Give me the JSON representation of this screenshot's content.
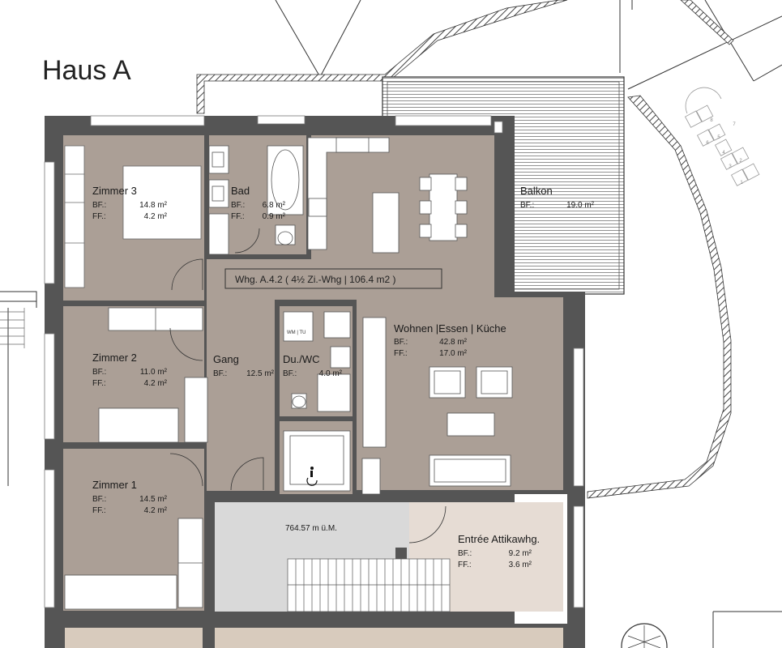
{
  "title": "Haus A",
  "apartment_label": "Whg. A.4.2 ( 4½ Zi.-Whg | 106.4 m2 )",
  "elevation_label": "764.57 m ü.M.",
  "appliance_label": "WM | TU",
  "rooms": {
    "zimmer3": {
      "name": "Zimmer 3",
      "bf_label": "BF.:",
      "bf": "14.8 m²",
      "ff_label": "FF.:",
      "ff": "4.2 m²"
    },
    "bad": {
      "name": "Bad",
      "bf_label": "BF.:",
      "bf": "6.8 m²",
      "ff_label": "FF.:",
      "ff": "0.9 m²"
    },
    "balkon": {
      "name": "Balkon",
      "bf_label": "BF.:",
      "bf": "19.0 m²"
    },
    "zimmer2": {
      "name": "Zimmer 2",
      "bf_label": "BF.:",
      "bf": "11.0 m²",
      "ff_label": "FF.:",
      "ff": "4.2 m²"
    },
    "gang": {
      "name": "Gang",
      "bf_label": "BF.:",
      "bf": "12.5 m²"
    },
    "duwc": {
      "name": "Du./WC",
      "bf_label": "BF.:",
      "bf": "4.0 m²"
    },
    "wohnen": {
      "name": "Wohnen |Essen | Küche",
      "bf_label": "BF.:",
      "bf": "42.8 m²",
      "ff_label": "FF.:",
      "ff": "17.0 m²"
    },
    "zimmer1": {
      "name": "Zimmer 1",
      "bf_label": "BF.:",
      "bf": "14.5 m²",
      "ff_label": "FF.:",
      "ff": "4.2 m²"
    },
    "entree": {
      "name": "Entrée Attikawhg.",
      "bf_label": "BF.:",
      "bf": "9.2 m²",
      "ff_label": "FF.:",
      "ff": "3.6 m²"
    }
  },
  "hopscotch_numbers": [
    "8",
    "7",
    "6",
    "5",
    "4",
    "3",
    "2",
    "1"
  ],
  "colors": {
    "room_fill": "#ab9f96",
    "wall": "#555555",
    "balcony_fill": "#ffffff",
    "stair_hall": "#d9d9d9",
    "entree_fill": "#e6dcd4",
    "lower_fill": "#d8cbbd"
  }
}
